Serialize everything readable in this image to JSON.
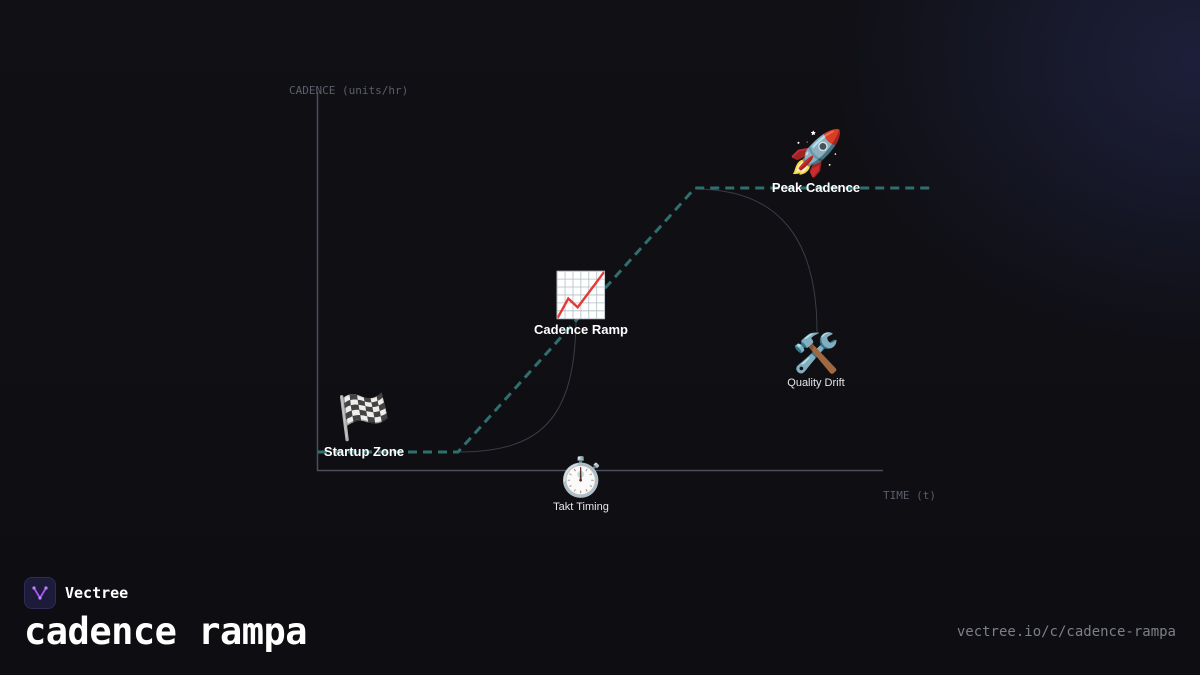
{
  "diagram": {
    "y_axis_label": "CADENCE (units/hr)",
    "x_axis_label": "TIME (t)",
    "line_color": "#2f6f6f",
    "connector_color": "#3a3d46",
    "axis_color": "#4a4f5a",
    "nodes": {
      "startup": {
        "icon": "checkered-flag-icon",
        "glyph": "🏁",
        "label": "Startup Zone"
      },
      "ramp": {
        "icon": "chart-increasing-icon",
        "glyph": "📈",
        "label": "Cadence Ramp"
      },
      "peak": {
        "icon": "rocket-icon",
        "glyph": "🚀",
        "label": "Peak Cadence"
      },
      "drift": {
        "icon": "hammer-wrench-icon",
        "glyph": "🛠️",
        "label": "Quality Drift"
      },
      "takt": {
        "icon": "stopwatch-icon",
        "glyph": "⏱️",
        "label": "Takt Timing"
      }
    }
  },
  "footer": {
    "brand": "Vectree",
    "brand_icon": "vectree-logo-icon",
    "title": "cadence rampa",
    "url": "vectree.io/c/cadence-rampa",
    "accent": "#a855f7"
  }
}
